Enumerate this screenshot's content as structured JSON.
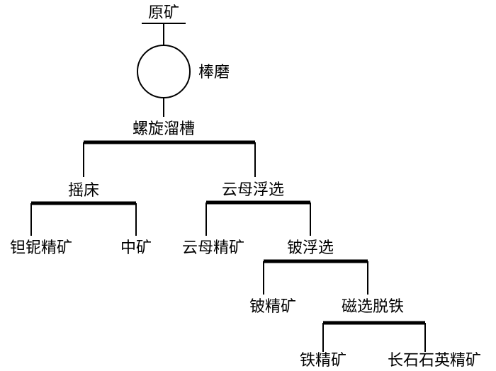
{
  "flowsheet": {
    "feed": "原矿",
    "rod_mill": "棒磨",
    "spiral": "螺旋溜槽",
    "shaking_table": "摇床",
    "mica_flotation": "云母浮选",
    "ta_nb_concentrate": "钽铌精矿",
    "middlings": "中矿",
    "mica_concentrate": "云母精矿",
    "be_flotation": "铍浮选",
    "be_concentrate": "铍精矿",
    "magnetic_separation": "磁选脱铁",
    "iron_concentrate": "铁精矿",
    "feldspar_quartz_concentrate": "长石石英精矿"
  }
}
